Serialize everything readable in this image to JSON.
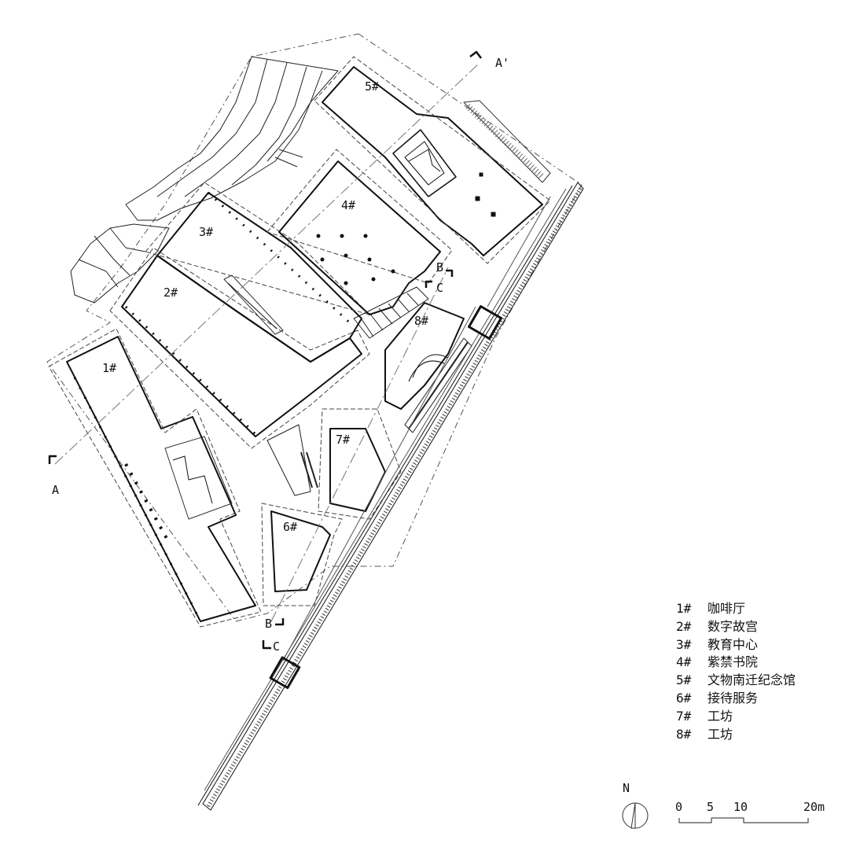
{
  "building_labels": {
    "b1": "1#",
    "b2": "2#",
    "b3": "3#",
    "b4": "4#",
    "b5": "5#",
    "b6": "6#",
    "b7": "7#",
    "b8": "8#"
  },
  "section_labels": {
    "a": "A",
    "a_prime": "A'",
    "b_top": "B",
    "c_top": "C",
    "b_bottom": "B",
    "c_bottom": "C"
  },
  "legend": [
    {
      "code": "1#",
      "name": "咖啡厅"
    },
    {
      "code": "2#",
      "name": "数字故宫"
    },
    {
      "code": "3#",
      "name": "教育中心"
    },
    {
      "code": "4#",
      "name": "紫禁书院"
    },
    {
      "code": "5#",
      "name": "文物南迁纪念馆"
    },
    {
      "code": "6#",
      "name": "接待服务"
    },
    {
      "code": "7#",
      "name": "工坊"
    },
    {
      "code": "8#",
      "name": "工坊"
    }
  ],
  "north": {
    "label": "N",
    "icon": "north-arrow-icon"
  },
  "scale_bar": {
    "ticks": [
      "0",
      "5",
      "10",
      "20m"
    ]
  },
  "colors": {
    "line": "#111111",
    "background": "#ffffff"
  }
}
